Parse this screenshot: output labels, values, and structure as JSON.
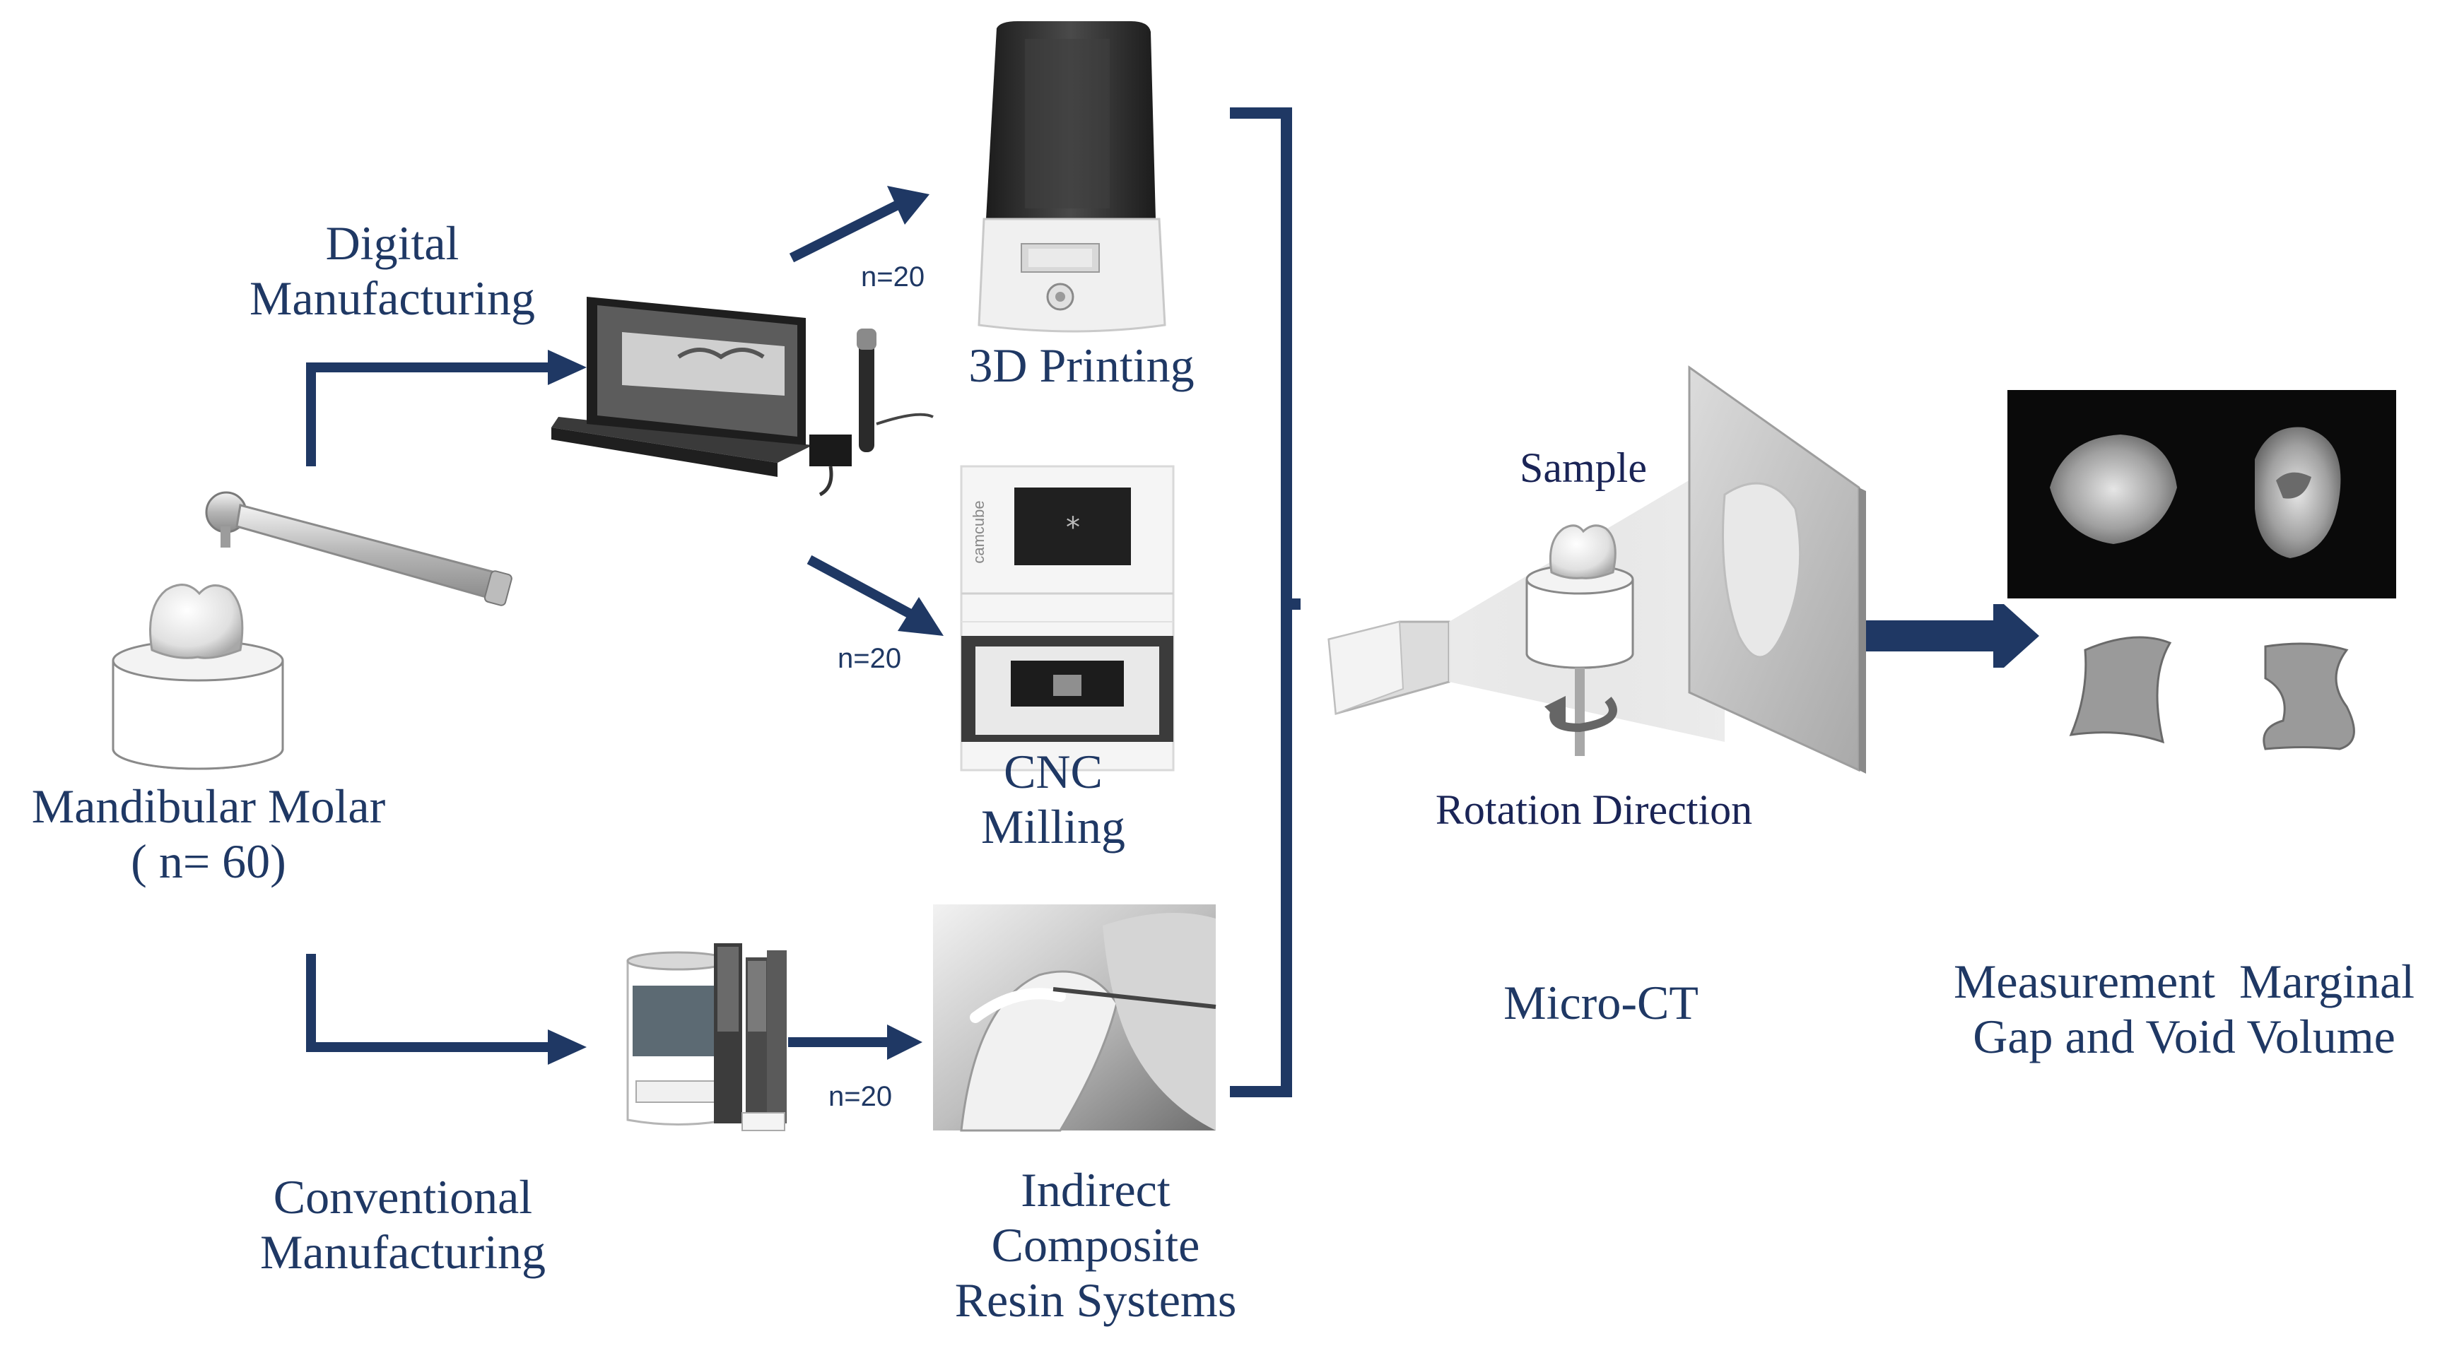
{
  "colors": {
    "arrow": "#1f3864",
    "text": "#1f3864",
    "photo_dark": "#2b2b2b",
    "photo_light": "#e9e9e9"
  },
  "labels": {
    "digital_line1": "Digital",
    "digital_line2": "Manufacturing",
    "conventional_line1": "Conventional",
    "conventional_line2": "Manufacturing",
    "molar_line1": "Mandibular Molar",
    "molar_line2": "( n= 60)",
    "printing": "3D Printing",
    "cnc_line1": "CNC",
    "cnc_line2": "Milling",
    "indirect_line1": "Indirect",
    "indirect_line2": "Composite",
    "indirect_line3": "Resin Systems",
    "sample": "Sample",
    "rotation": "Rotation Direction",
    "microct": "Micro-CT",
    "measure_line1": "Measurement  Marginal",
    "measure_line2": "Gap and Void Volume",
    "n_print": "n=20",
    "n_cnc": "n=20",
    "n_resin": "n=20",
    "milling_brand": "camcube"
  },
  "icons": {
    "tooth": "tooth-icon",
    "handpiece": "dental-handpiece-icon",
    "laptop": "laptop-scanner-icon",
    "printer": "3d-printer-icon",
    "mill": "milling-machine-icon",
    "resin_kit": "resin-kit-icon",
    "hand_model": "hand-model-photo-icon",
    "xray": "xray-source-icon",
    "detector": "detector-panel-icon",
    "ct_scan": "ct-scan-image-icon"
  }
}
